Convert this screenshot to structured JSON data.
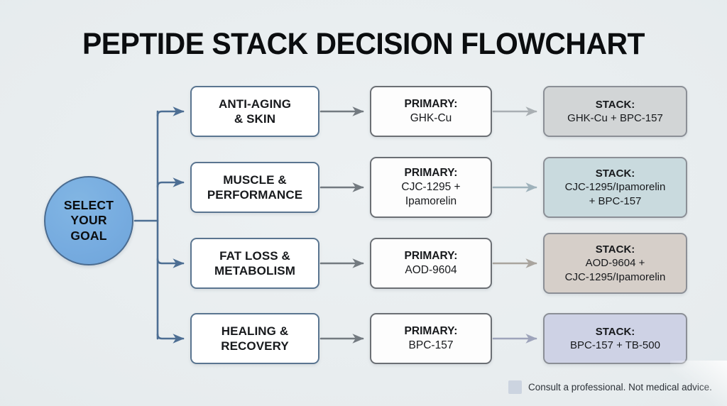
{
  "title": "PEPTIDE STACK DECISION FLOWCHART",
  "start": {
    "label": "SELECT YOUR GOAL",
    "line1": "SELECT",
    "line2": "YOUR",
    "line3": "GOAL"
  },
  "rows": [
    {
      "category": {
        "line1": "ANTI-AGING",
        "line2": "& SKIN"
      },
      "primary": {
        "heading": "PRIMARY:",
        "line1": "GHK-Cu",
        "line2": ""
      },
      "stack": {
        "heading": "STACK:",
        "line1": "GHK-Cu + BPC-157",
        "line2": "",
        "color": "#d2d5d6"
      }
    },
    {
      "category": {
        "line1": "MUSCLE &",
        "line2": "PERFORMANCE"
      },
      "primary": {
        "heading": "PRIMARY:",
        "line1": "CJC-1295 +",
        "line2": "Ipamorelin"
      },
      "stack": {
        "heading": "STACK:",
        "line1": "CJC-1295/Ipamorelin",
        "line2": "+ BPC-157",
        "color": "#c9dade"
      }
    },
    {
      "category": {
        "line1": "FAT LOSS &",
        "line2": "METABOLISM"
      },
      "primary": {
        "heading": "PRIMARY:",
        "line1": "AOD-9604",
        "line2": ""
      },
      "stack": {
        "heading": "STACK:",
        "line1": "AOD-9604 +",
        "line2": "CJC-1295/Ipamorelin",
        "color": "#d6cfc9"
      }
    },
    {
      "category": {
        "line1": "HEALING &",
        "line2": "RECOVERY"
      },
      "primary": {
        "heading": "PRIMARY:",
        "line1": "BPC-157",
        "line2": ""
      },
      "stack": {
        "heading": "STACK:",
        "line1": "BPC-157 + TB-500",
        "line2": "",
        "color": "#ced2e5"
      }
    }
  ],
  "footer": {
    "swatch_color": "#ccd4e0",
    "text": "Consult a professional. Not medical advice."
  },
  "colors": {
    "background": "#eaeff1",
    "start_fill": "#77ace0",
    "start_border": "#4b6c90",
    "category_border": "#5a7590",
    "primary_border": "#6b6f74",
    "branch_line": "#4d6e93",
    "mid_arrow": "#737a80",
    "title_text": "#0b0d0f"
  }
}
